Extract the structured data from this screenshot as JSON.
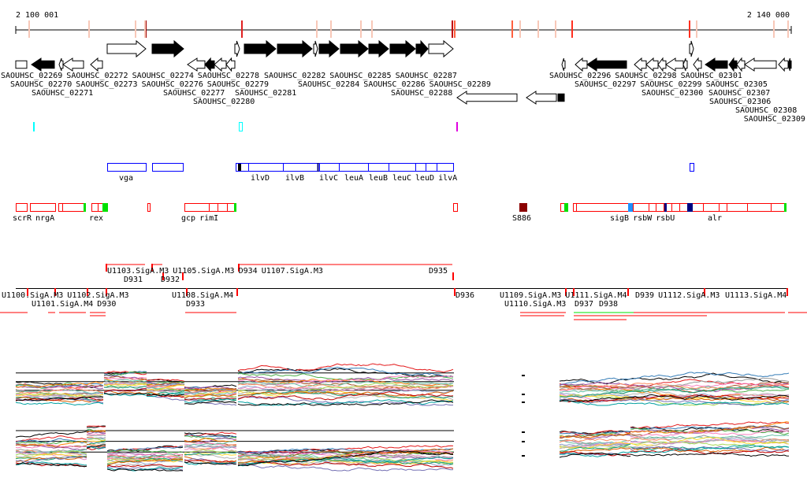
{
  "axis": {
    "start_label": "2 100 001",
    "end_label": "2 140 000"
  },
  "genes": [
    "SAOUHSC_02269",
    "SAOUHSC_02270",
    "SAOUHSC_02271",
    "SAOUHSC_02272",
    "SAOUHSC_02273",
    "SAOUHSC_02274",
    "SAOUHSC_02276",
    "SAOUHSC_02277",
    "SAOUHSC_02278",
    "SAOUHSC_02279",
    "SAOUHSC_02280",
    "SAOUHSC_02281",
    "SAOUHSC_02282",
    "SAOUHSC_02284",
    "SAOUHSC_02285",
    "SAOUHSC_02286",
    "SAOUHSC_02287",
    "SAOUHSC_02288",
    "SAOUHSC_02289",
    "SAOUHSC_02296",
    "SAOUHSC_02297",
    "SAOUHSC_02298",
    "SAOUHSC_02299",
    "SAOUHSC_02300",
    "SAOUHSC_02301",
    "SAOUHSC_02305",
    "SAOUHSC_02306",
    "SAOUHSC_02307",
    "SAOUHSC_02308",
    "SAOUHSC_02309"
  ],
  "operon_labels": [
    "vga",
    "ilvD",
    "ilvB",
    "ilvC",
    "leuA",
    "leuB",
    "leuC",
    "leuD",
    "ilvA"
  ],
  "feature_labels": [
    "scrR",
    "nrgA",
    "rex",
    "gcp",
    "rimI",
    "S886",
    "sigB",
    "rsbW",
    "rsbU",
    "alr"
  ],
  "transcript_labels": [
    "U1103.SigA.M3",
    "U1105.SigA.M3",
    "U1107.SigA.M3",
    "D931",
    "D932",
    "D934",
    "D935",
    "D930",
    "D933",
    "D936",
    "D937",
    "D938",
    "D939",
    "U1108.SigA.M4",
    "U1109.SigA.M3",
    "U1110.SigA.M3",
    "U1111.SigA.M4",
    "U1112.SigA.M3",
    "U1113.SigA.M4",
    "U1100.SigA.M3",
    "U1101.SigA.M4",
    "U1102.SigA.M3"
  ],
  "colors": {
    "red": "#ff0000",
    "blue": "#0000ff",
    "green": "#00e000",
    "darkred": "#8b0000",
    "cyan": "#00ffff",
    "magenta": "#e000e0",
    "navy": "#000080",
    "skyblue": "#1e90ff"
  }
}
